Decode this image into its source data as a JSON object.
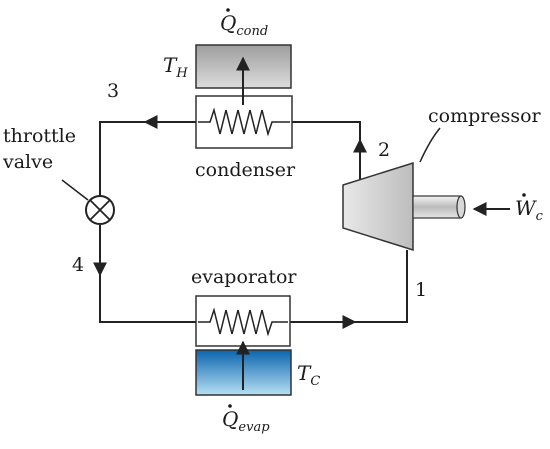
{
  "components": {
    "condenser": "condenser",
    "evaporator": "evaporator",
    "compressor": "compressor",
    "throttle_valve_line1": "throttle",
    "throttle_valve_line2": "valve"
  },
  "state_points": {
    "p1": "1",
    "p2": "2",
    "p3": "3",
    "p4": "4"
  },
  "heat_transfer": {
    "q_cond_symbol": "Q",
    "q_cond_subscript": "cond",
    "q_evap_symbol": "Q",
    "q_evap_subscript": "evap"
  },
  "work": {
    "symbol": "W",
    "subscript": "c"
  },
  "reservoirs": {
    "hot_symbol": "T",
    "hot_subscript": "H",
    "cold_symbol": "T",
    "cold_subscript": "C",
    "hot_color": "#c8c8c8",
    "cold_color_top": "#0b6fb8",
    "cold_color_bottom": "#a9d8ef"
  }
}
